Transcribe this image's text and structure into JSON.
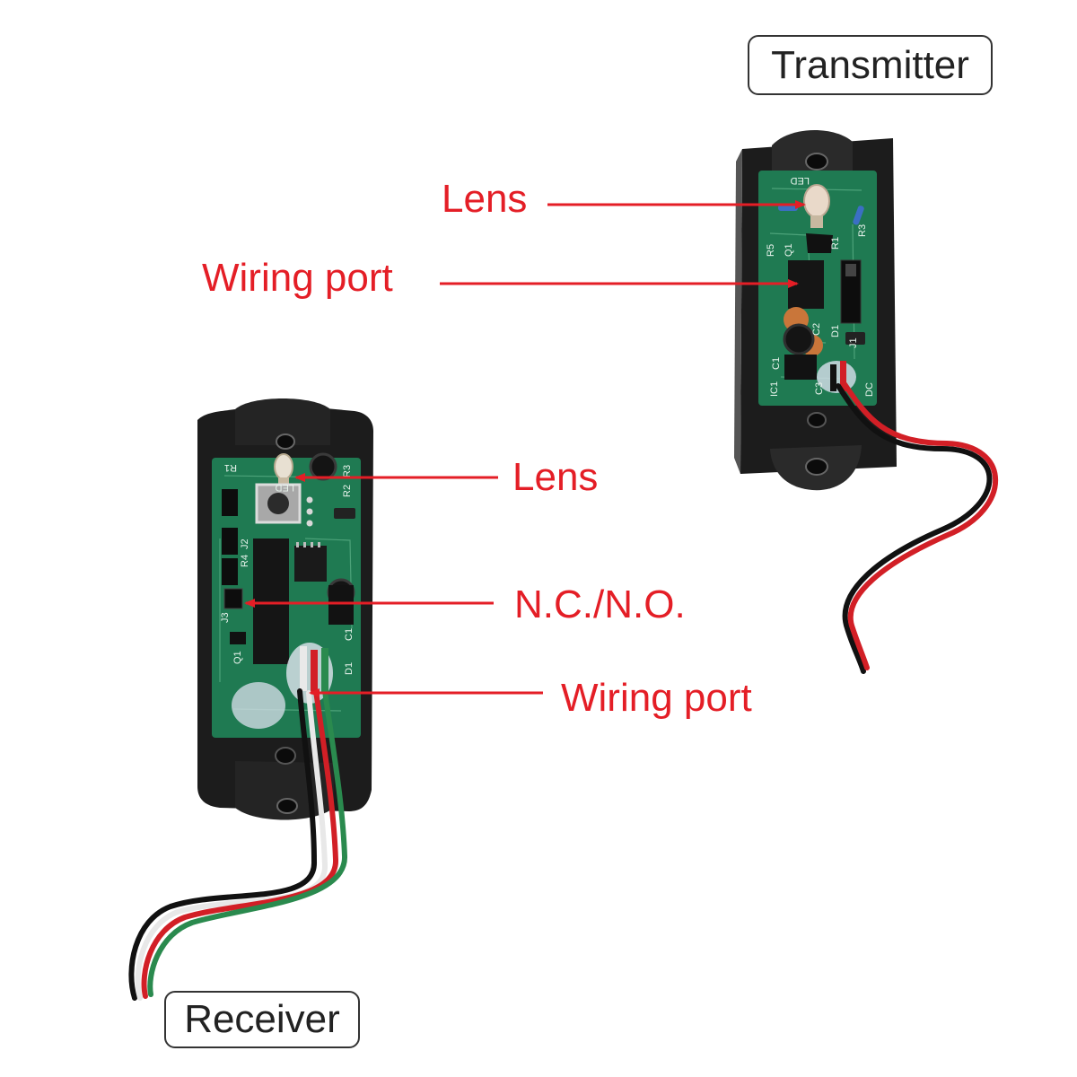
{
  "units": {
    "transmitter": {
      "label": "Transmitter",
      "callouts": {
        "lens": "Lens",
        "wiring_port": "Wiring port"
      },
      "pcb_markings": [
        "LED",
        "R5",
        "Q1",
        "R1",
        "R3",
        "C1",
        "C2",
        "IC1",
        "C3",
        "J1",
        "D1",
        "DC"
      ]
    },
    "receiver": {
      "label": "Receiver",
      "callouts": {
        "lens": "Lens",
        "nc_no": "N.C./N.O.",
        "wiring_port": "Wiring port"
      },
      "pcb_markings": [
        "R1",
        "LED",
        "R2",
        "R3",
        "R4",
        "J2",
        "J3",
        "Q1",
        "C1",
        "D1"
      ]
    }
  },
  "colors": {
    "callout_text": "#e41e26",
    "callout_line": "#e41e26",
    "housing": "#1c1c1c",
    "pcb": "#1f7a52",
    "wire_red": "#d21f26",
    "wire_black": "#111111",
    "wire_white": "#e8e8e8",
    "wire_green": "#2a8a4e"
  }
}
